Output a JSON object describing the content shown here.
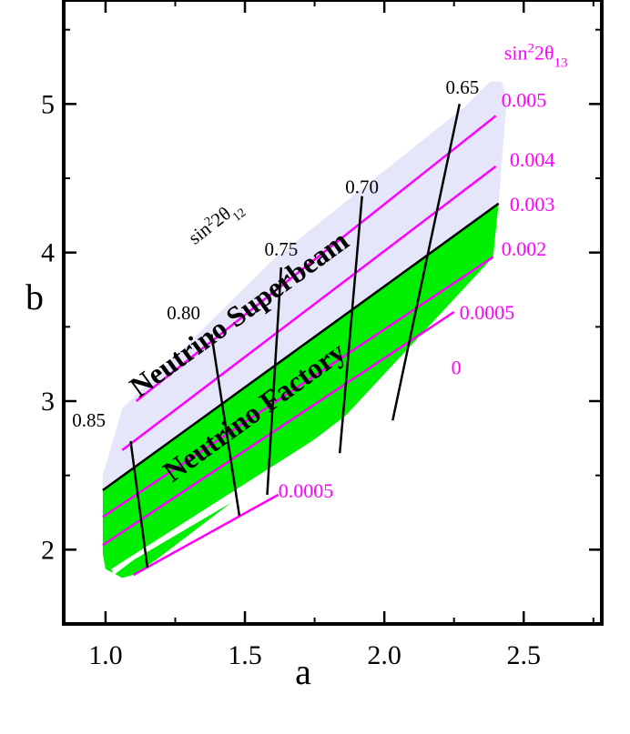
{
  "chart_data": {
    "type": "line",
    "xlabel": "a",
    "ylabel": "b",
    "xlim": [
      0.85,
      2.78
    ],
    "ylim": [
      1.5,
      5.7
    ],
    "x_ticks": [
      {
        "v": 1.0,
        "label": "1.0"
      },
      {
        "v": 1.5,
        "label": "1.5"
      },
      {
        "v": 2.0,
        "label": "2.0"
      },
      {
        "v": 2.5,
        "label": "2.5"
      }
    ],
    "y_ticks": [
      {
        "v": 2,
        "label": "2"
      },
      {
        "v": 3,
        "label": "3"
      },
      {
        "v": 4,
        "label": "4"
      },
      {
        "v": 5,
        "label": "5"
      }
    ],
    "regions": [
      {
        "name": "Neutrino Superbeam",
        "color": "#e6e6fa",
        "polygon": [
          [
            0.99,
            2.5
          ],
          [
            1.06,
            2.95
          ],
          [
            1.6,
            3.95
          ],
          [
            2.3,
            5.0
          ],
          [
            2.38,
            5.15
          ],
          [
            2.42,
            5.15
          ],
          [
            2.44,
            5.05
          ],
          [
            2.41,
            4.33
          ],
          [
            0.99,
            2.4
          ]
        ]
      },
      {
        "name": "Neutrino Factory",
        "color": "#00ee00",
        "polygon": [
          [
            0.99,
            2.4
          ],
          [
            2.41,
            4.33
          ],
          [
            2.39,
            3.97
          ],
          [
            1.86,
            2.9
          ],
          [
            1.18,
            1.93
          ],
          [
            1.1,
            1.83
          ],
          [
            1.06,
            1.81
          ],
          [
            1.0,
            1.87
          ],
          [
            0.99,
            1.97
          ]
        ]
      }
    ],
    "gaps": [
      {
        "color": "#ffffff",
        "polygon": [
          [
            1.02,
            1.87
          ],
          [
            2.2,
            3.28
          ],
          [
            2.24,
            3.2
          ],
          [
            2.16,
            3.1
          ],
          [
            1.1,
            1.93
          ],
          [
            1.03,
            1.83
          ]
        ]
      }
    ],
    "boundary": {
      "name": "",
      "color": "#000000",
      "points": [
        [
          0.99,
          2.4
        ],
        [
          2.41,
          4.33
        ]
      ]
    },
    "sin2_2theta13_label": "sin²2θ₁₃",
    "sin2_2theta13_lines": [
      {
        "label": "0.005",
        "color": "#ff00ff",
        "points": [
          [
            1.11,
            3.0
          ],
          [
            2.4,
            4.92
          ]
        ],
        "label_pos": [
          2.42,
          4.98
        ]
      },
      {
        "label": "0.004",
        "color": "#ff00ff",
        "points": [
          [
            1.06,
            2.67
          ],
          [
            2.4,
            4.58
          ]
        ],
        "label_pos": [
          2.45,
          4.58
        ]
      },
      {
        "label": "0.003",
        "color": "#ff00ff",
        "points": [],
        "label_pos": [
          2.45,
          4.28
        ]
      },
      {
        "label": "0.002",
        "color": "#ff00ff",
        "points": [
          [
            0.99,
            2.22
          ],
          [
            2.39,
            3.97
          ]
        ],
        "label_pos": [
          2.42,
          3.98
        ]
      },
      {
        "label": "0.0005",
        "color": "#ff00ff",
        "points": [
          [
            0.99,
            2.03
          ],
          [
            2.25,
            3.6
          ]
        ],
        "label_pos": [
          2.27,
          3.55
        ]
      },
      {
        "label": "0",
        "color": "#ff00ff",
        "points": [],
        "label_pos": [
          2.24,
          3.18
        ]
      },
      {
        "label": "0.0005",
        "color": "#ff00ff",
        "points": [
          [
            1.1,
            1.83
          ],
          [
            1.62,
            2.37
          ]
        ],
        "label_pos": [
          1.62,
          2.35
        ]
      }
    ],
    "sin2_2theta12_label": "sin²2θ₁₂",
    "sin2_2theta12_curves": [
      {
        "label": "0.85",
        "color": "#000000",
        "points": [
          [
            1.09,
            2.73
          ],
          [
            1.15,
            1.88
          ]
        ],
        "label_pos": [
          0.88,
          2.83
        ]
      },
      {
        "label": "0.80",
        "color": "#000000",
        "points": [
          [
            1.38,
            3.45
          ],
          [
            1.48,
            2.23
          ]
        ],
        "label_pos": [
          1.22,
          3.55
        ]
      },
      {
        "label": "0.75",
        "color": "#000000",
        "points": [
          [
            1.63,
            3.9
          ],
          [
            1.58,
            2.37
          ]
        ],
        "label_pos": [
          1.57,
          3.98
        ]
      },
      {
        "label": "0.70",
        "color": "#000000",
        "points": [
          [
            1.92,
            4.38
          ],
          [
            1.84,
            2.65
          ]
        ],
        "label_pos": [
          1.86,
          4.4
        ]
      },
      {
        "label": "0.65",
        "color": "#000000",
        "points": [
          [
            2.27,
            5.0
          ],
          [
            2.03,
            2.87
          ]
        ],
        "label_pos": [
          2.22,
          5.07
        ]
      }
    ]
  }
}
